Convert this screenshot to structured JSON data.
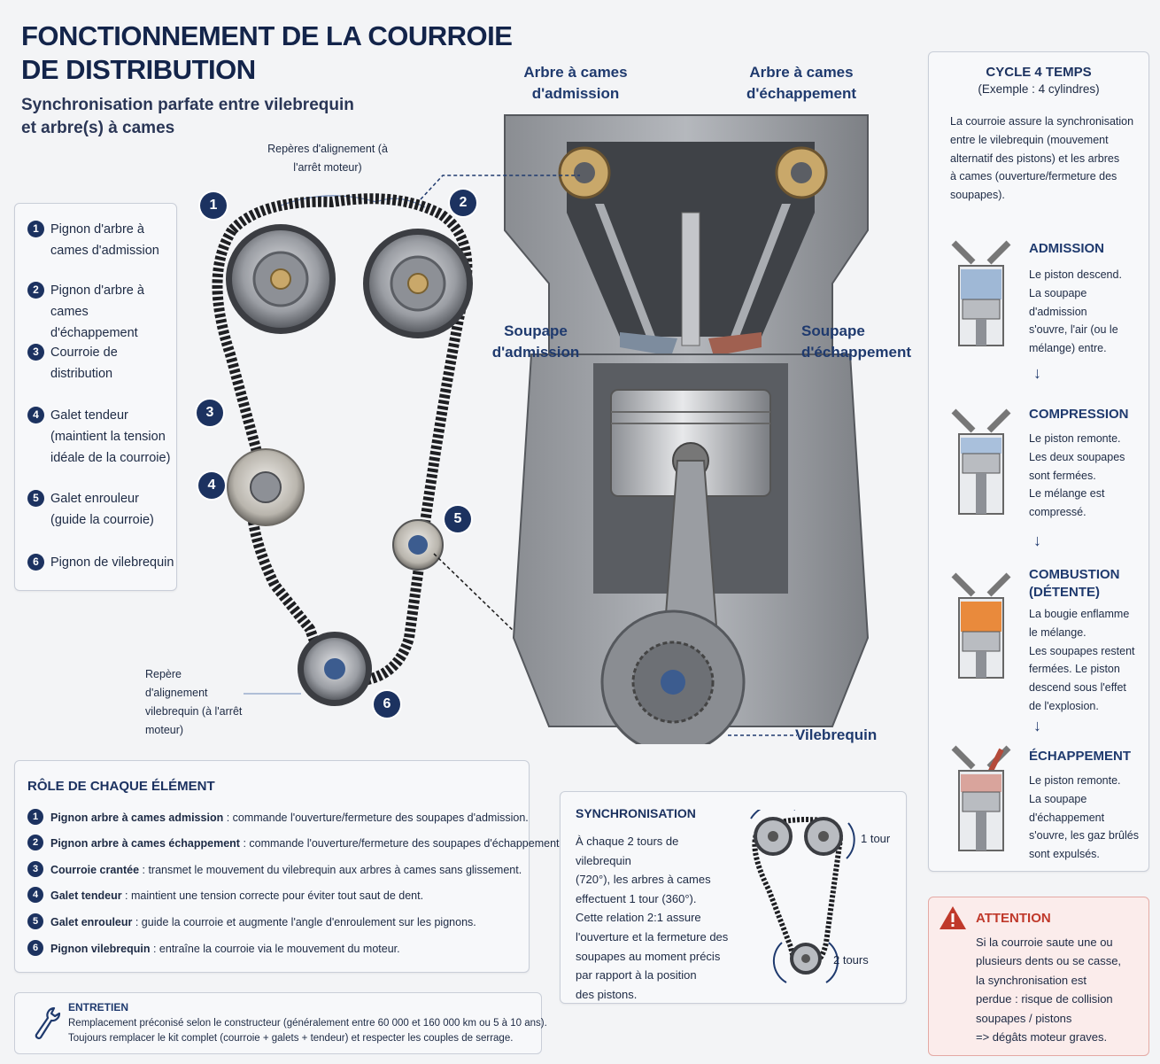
{
  "header": {
    "title": "FONCTIONNEMENT DE LA COURROIE DE DISTRIBUTION",
    "subtitle": "Synchronisation parfate entre vilebrequin et arbre(s) à cames"
  },
  "callouts": {
    "alignment_top": "Repères d'alignement (à l'arrêt moteur)",
    "alignment_crank": "Repère d'alignement vilebrequin (à l'arrêt moteur)"
  },
  "badges": [
    "1",
    "2",
    "3",
    "4",
    "5",
    "6"
  ],
  "legend": {
    "items": [
      {
        "num": "1",
        "label": "Pignon d'arbre à cames d'admission"
      },
      {
        "num": "2",
        "label": "Pignon d'arbre à cames d'échappement"
      },
      {
        "num": "3",
        "label": "Courroie de distribution"
      },
      {
        "num": "4",
        "label": "Galet tendeur",
        "detail": "(maintient la tension idéale de la courroie)"
      },
      {
        "num": "5",
        "label": "Galet enrouleur",
        "detail": "(guide la courroie)"
      },
      {
        "num": "6",
        "label": "Pignon de vilebrequin"
      }
    ]
  },
  "engine": {
    "cam_intake": "Arbre à cames d'admission",
    "cam_exhaust": "Arbre à cames d'échappement",
    "valve_intake": "Soupape d'admission",
    "valve_exhaust": "Soupape d'échappement",
    "crankshaft": "Vilebrequin"
  },
  "roles": {
    "title": "RÔLE DE CHAQUE ÉLÉMENT",
    "rows": [
      {
        "num": "1",
        "bold": "Pignon arbre à cames admission",
        "text": " : commande l'ouverture/fermeture des soupapes d'admission."
      },
      {
        "num": "2",
        "bold": "Pignon arbre à cames échappement",
        "text": " : commande l'ouverture/fermeture des soupapes d'échappement."
      },
      {
        "num": "3",
        "bold": "Courroie crantée",
        "text": " : transmet le mouvement du vilebrequin aux arbres à cames sans glissement."
      },
      {
        "num": "4",
        "bold": "Galet tendeur",
        "text": " : maintient une tension correcte pour éviter tout saut de dent."
      },
      {
        "num": "5",
        "bold": "Galet enrouleur",
        "text": " : guide la courroie et augmente l'angle d'enroulement sur les pignons."
      },
      {
        "num": "6",
        "bold": "Pignon vilebrequin",
        "text": " : entraîne la courroie via le mouvement du moteur."
      }
    ]
  },
  "maintenance": {
    "title": "ENTRETIEN",
    "line1": "Remplacement préconisé selon le constructeur (généralement entre 60 000 et 160 000 km ou 5 à 10 ans).",
    "line2": "Toujours remplacer le kit complet (courroie + galets + tendeur) et respecter les couples de serrage."
  },
  "sync": {
    "title": "SYNCHRONISATION",
    "lines": [
      "À chaque 2 tours de vilebrequin",
      "(720°), les arbres à cames",
      "effectuent 1 tour (360°).",
      "Cette relation 2:1 assure",
      "l'ouverture et la fermeture des",
      "soupapes au moment précis",
      "par rapport à la position",
      "des pistons."
    ],
    "label_cam": "1 tour",
    "label_crank": "2 tours"
  },
  "cycle": {
    "title": "CYCLE 4 TEMPS",
    "subtitle": "(Exemple : 4 cylindres)",
    "intro": [
      "La courroie assure la synchronisation",
      "entre le vilebrequin (mouvement",
      "alternatif des pistons) et les arbres",
      "à cames (ouverture/fermeture des",
      "soupapes)."
    ],
    "steps": [
      {
        "name": "ADMISSION",
        "lines": [
          "Le piston descend.",
          "La soupape d'admission",
          "s'ouvre, l'air (ou le",
          "mélange) entre."
        ]
      },
      {
        "name": "COMPRESSION",
        "lines": [
          "Le piston remonte.",
          "Les deux soupapes",
          "sont fermées.",
          "Le mélange est",
          "compressé."
        ]
      },
      {
        "name": "COMBUSTION (DÉTENTE)",
        "lines": [
          "La bougie enflamme",
          "le mélange.",
          "Les soupapes restent",
          "fermées. Le piston",
          "descend sous l'effet",
          "de l'explosion."
        ]
      },
      {
        "name": "ÉCHAPPEMENT",
        "lines": [
          "Le piston remonte.",
          "La soupape d'échappement",
          "s'ouvre, les gaz brûlés",
          "sont expulsés."
        ]
      }
    ]
  },
  "attention": {
    "title": "ATTENTION",
    "lines": [
      "Si la courroie saute une ou",
      "plusieurs dents ou se casse,",
      "la synchronisation est",
      "perdue : risque de collision",
      "soupapes / pistons",
      "=> dégâts moteur graves."
    ]
  },
  "colors": {
    "navy": "#1c3260",
    "accent_red": "#c0392b",
    "belt": "#1e1f22",
    "combustion": "#e98a3c"
  }
}
